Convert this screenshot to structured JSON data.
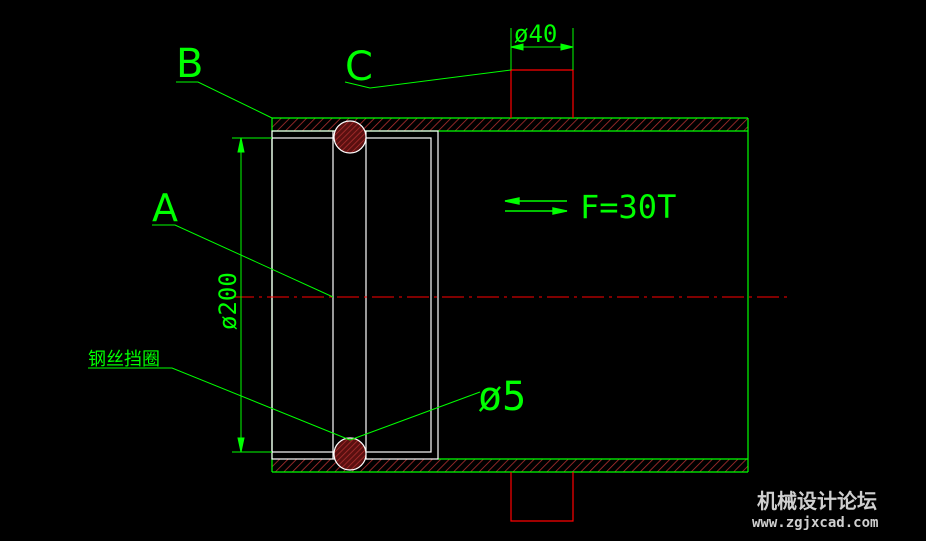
{
  "drawing": {
    "labels": {
      "b": "B",
      "c": "C",
      "a": "A",
      "wire_ring": "钢丝挡圈"
    },
    "dimensions": {
      "d40": "ø40",
      "d200": "ø200",
      "d5": "ø5",
      "force": "F=30T"
    }
  },
  "watermark": {
    "name": "机械设计论坛",
    "url": "www.zgjxcad.com"
  },
  "colors": {
    "background": "#000000",
    "line_green": "#00ff00",
    "line_white": "#ffffff",
    "line_red": "#ff0000",
    "hatch": "#b03030",
    "ring_fill": "#7a1a1a",
    "watermark": "#cfcfcf"
  }
}
